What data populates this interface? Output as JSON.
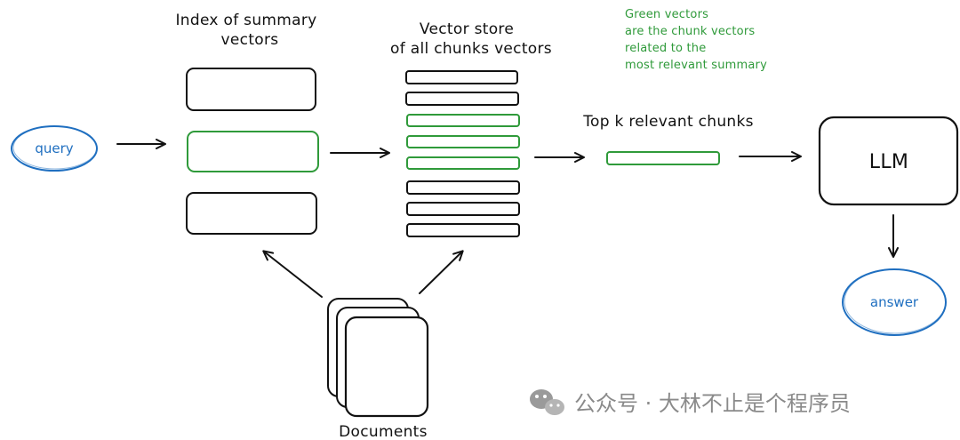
{
  "colors": {
    "ink": "#111111",
    "green": "#2f9a3a",
    "blue": "#1f6fc0",
    "watermark": "#8a8a8a"
  },
  "labels": {
    "index_title_line1": "Index of summary",
    "index_title_line2": "vectors",
    "store_title_line1": "Vector store",
    "store_title_line2": "of all chunks vectors",
    "topk": "Top k relevant chunks",
    "llm": "LLM",
    "query": "query",
    "answer": "answer",
    "documents": "Documents"
  },
  "note": {
    "line1": "Green vectors",
    "line2": "are the chunk vectors",
    "line3": "related to the",
    "line4": "most relevant summary"
  },
  "watermark": {
    "text": "公众号 · 大林不止是个程序员",
    "icon": "wechat-icon"
  },
  "summary_vectors": [
    {
      "color": "ink"
    },
    {
      "color": "green"
    },
    {
      "color": "ink"
    }
  ],
  "chunk_vectors": [
    {
      "color": "ink"
    },
    {
      "color": "ink"
    },
    {
      "color": "green"
    },
    {
      "color": "green"
    },
    {
      "color": "green"
    },
    {
      "color": "ink"
    },
    {
      "color": "ink"
    },
    {
      "color": "ink"
    }
  ]
}
